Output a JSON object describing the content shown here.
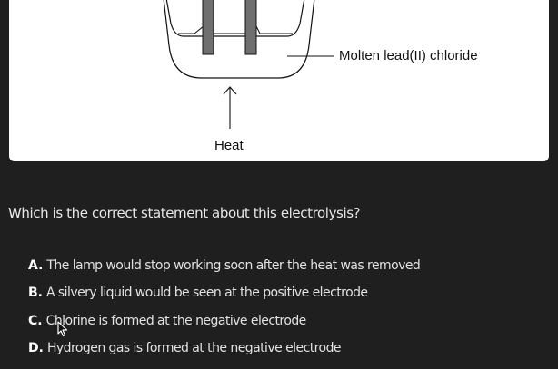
{
  "diagram": {
    "molten_label": "Molten lead(II) chloride",
    "heat_label": "Heat"
  },
  "question": {
    "text": "Which is the correct statement about this electrolysis?"
  },
  "options": [
    {
      "letter": "A.",
      "text": "The lamp would stop working soon after the heat was removed"
    },
    {
      "letter": "B.",
      "text": "A silvery liquid would be seen at the positive electrode"
    },
    {
      "letter": "C.",
      "text": "Chlorine is formed at the negative electrode"
    },
    {
      "letter": "D.",
      "text": "Hydrogen gas is formed at the negative electrode"
    }
  ],
  "colors": {
    "background": "#1f1f1f",
    "card": "#ffffff",
    "electrode": "#6f6f6f"
  },
  "icons": {
    "cursor": "mouse-pointer-icon"
  }
}
